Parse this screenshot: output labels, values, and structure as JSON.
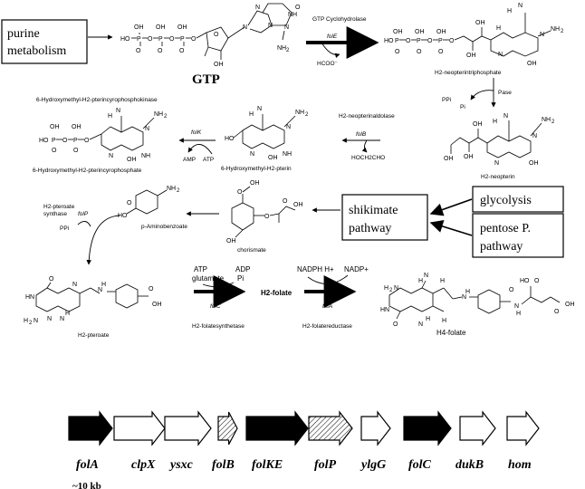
{
  "inputs": {
    "purine": "purine metabolism",
    "shikimate": "shikimate pathway",
    "glycolysis": "glycolysis",
    "pentose": "pentose P. pathway"
  },
  "compounds": {
    "gtp": "GTP",
    "neopterin_tp": "H2-neopterintriphosphate",
    "neopterin": "H2-neopterin",
    "hm_pterin": "6-Hydroxymethyl-H2-pterin",
    "hm_pterin_pp": "6-Hydroxymethyl-H2-pterincyrophosphate",
    "chorismate": "chorismate",
    "paba": "p-Aminobenzoate",
    "pteroate": "H2-pteroate",
    "h2folate": "H2-folate",
    "h4folate": "H4-folate"
  },
  "enzymes": {
    "gtp_cyclohydrolase": "GTP Cyclohydrolase",
    "pase": "Pase",
    "neopterinaldolase": "H2-neopterinaldolase",
    "pyrophosphokinase": "6-Hydroxymethyl-H2-pterincyrophosphokinase",
    "pteroate_synthase": "H2-pteroate synthase",
    "folatesynthetase": "H2-folatesynthetase",
    "folatereductase": "H2-folatereductase"
  },
  "reaction_genes": {
    "folE": "folE",
    "folB": "folB",
    "folK": "folK",
    "folP": "folP",
    "folC": "folC",
    "folA": "folA"
  },
  "byproducts": {
    "hcoo": "HCOO⁻",
    "ppi_pi": "PPi + Pi",
    "glycolaldehyde": "HOCH2CHO",
    "amp": "AMP",
    "atp": "ATP",
    "ppi": "PPi",
    "atp_glutamate": "ATP glutamate",
    "adp_pi": "ADP Pi",
    "nadph": "NADPH H+",
    "nadp": "NADP+"
  },
  "operon": {
    "genes": [
      {
        "name": "folA",
        "fill": "solid"
      },
      {
        "name": "clpX",
        "fill": "open"
      },
      {
        "name": "ysxc",
        "fill": "open"
      },
      {
        "name": "folB",
        "fill": "hatched"
      },
      {
        "name": "folKE",
        "fill": "solid"
      },
      {
        "name": "folP",
        "fill": "hatched"
      },
      {
        "name": "ylgG",
        "fill": "open"
      },
      {
        "name": "folC",
        "fill": "solid"
      },
      {
        "name": "dukB",
        "fill": "open"
      },
      {
        "name": "hom",
        "fill": "open"
      }
    ],
    "scale": "~10 kb"
  },
  "colors": {
    "ink": "#000000",
    "background": "#ffffff"
  }
}
